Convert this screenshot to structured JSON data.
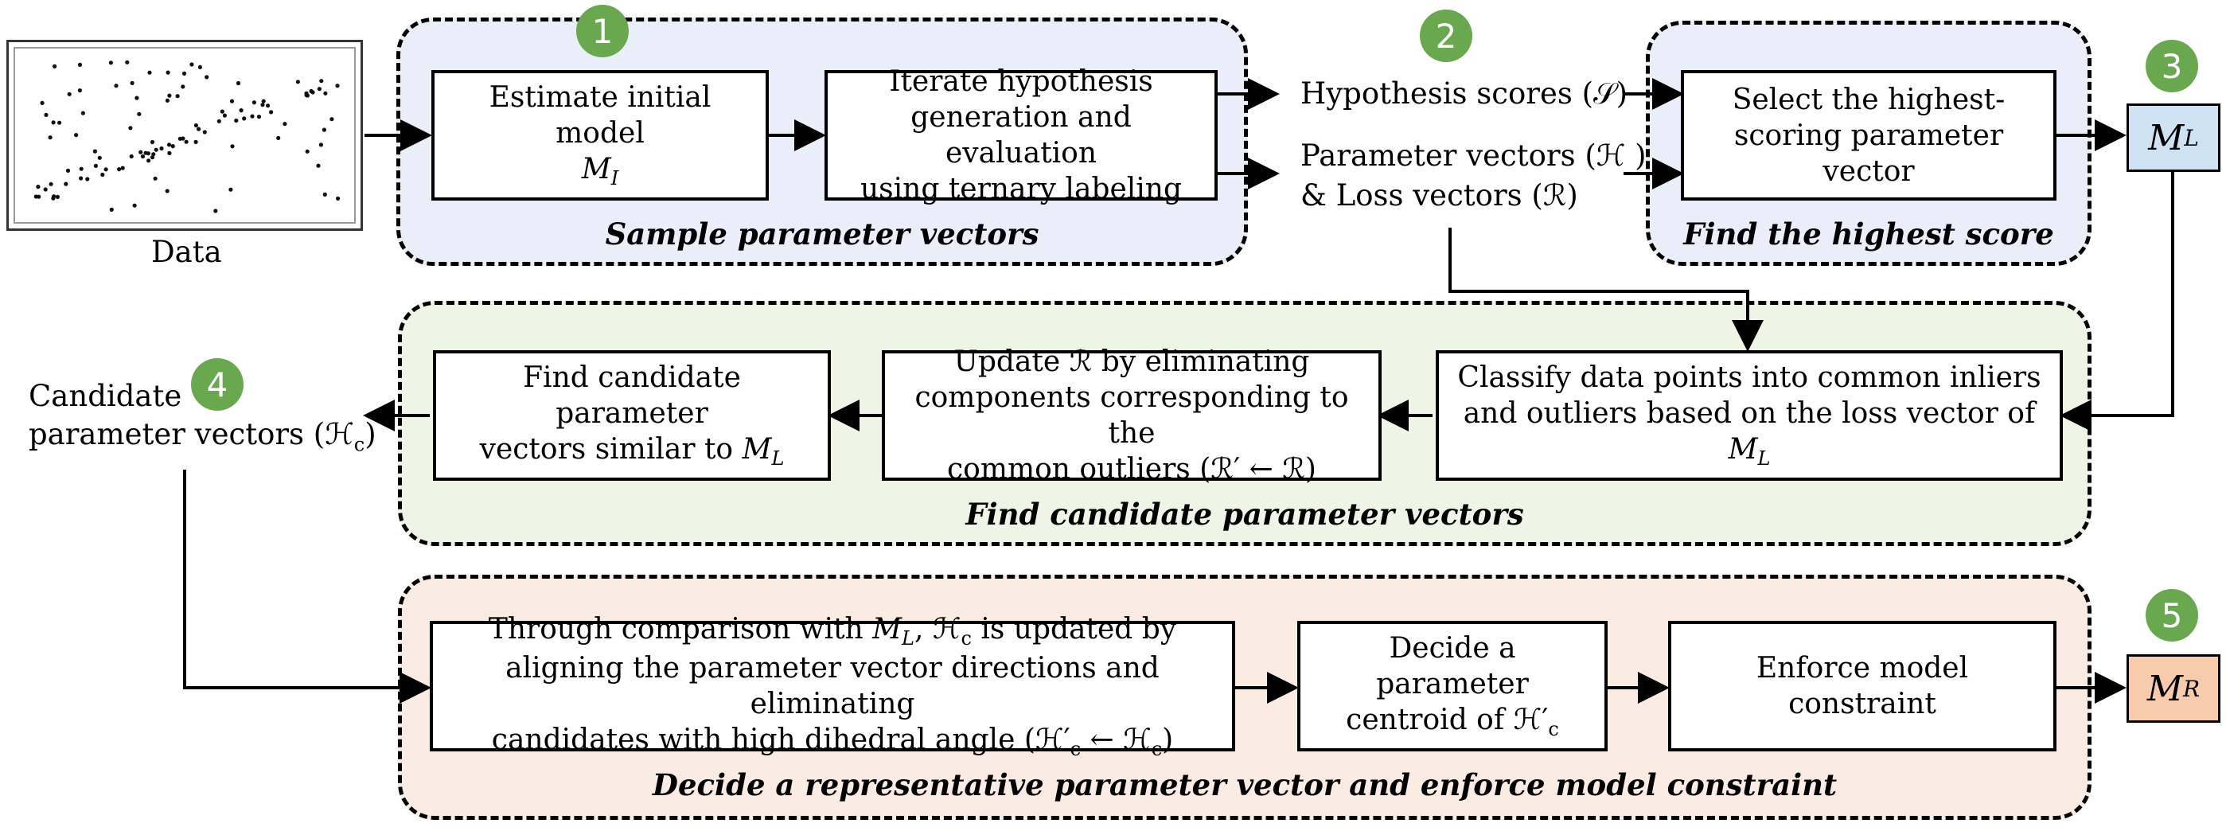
{
  "data_label": "Data",
  "badges": {
    "b1": "1",
    "b2": "2",
    "b3": "3",
    "b4": "4",
    "b5": "5"
  },
  "stage1": {
    "caption": "Sample parameter vectors",
    "box_estimate_line1": "Estimate initial model",
    "box_estimate_line2": "M_I",
    "box_iterate_line1": "Iterate hypothesis",
    "box_iterate_line2": "generation and evaluation",
    "box_iterate_line3": "using ternary labeling"
  },
  "outputs": {
    "scores": "Hypothesis scores (𝒮)",
    "params_line1": "Parameter vectors (ℋ )",
    "params_line2": "& Loss vectors (ℛ)"
  },
  "stage3": {
    "caption": "Find the highest score",
    "box_line1": "Select the highest-",
    "box_line2": "scoring parameter vector",
    "model": "M",
    "model_sub": "L"
  },
  "stage4": {
    "caption": "Find candidate parameter vectors",
    "box_classify_line1": "Classify data points into common inliers",
    "box_classify_line2": "and outliers based on the loss vector of M_L",
    "box_update_line1": "Update ℛ by eliminating",
    "box_update_line2": "components corresponding to the",
    "box_update_line3": "common outliers (ℛ′ ← ℛ)",
    "box_find_line1": "Find candidate parameter",
    "box_find_line2": "vectors similar to M_L",
    "candidate_line1": "Candidate",
    "candidate_line2": "parameter vectors (ℋ_c)"
  },
  "stage5": {
    "caption": "Decide a representative parameter vector and enforce model constraint",
    "box_compare_line1": "Through comparison with M_L, ℋ_c is updated by",
    "box_compare_line2": "aligning the parameter vector directions and eliminating",
    "box_compare_line3": "candidates with high dihedral angle (ℋ′_c ← ℋ_c)",
    "box_centroid_line1": "Decide a parameter",
    "box_centroid_line2": "centroid of ℋ′_c",
    "box_enforce": "Enforce model constraint",
    "model": "M",
    "model_sub": "R"
  },
  "colors": {
    "region_blue": "#e9eef8",
    "region_green": "#eef5e6",
    "region_peach": "#fbece3",
    "badge_green": "#6aa84f",
    "model_L_fill": "#cfe2f3",
    "model_R_fill": "#f8cbad"
  }
}
